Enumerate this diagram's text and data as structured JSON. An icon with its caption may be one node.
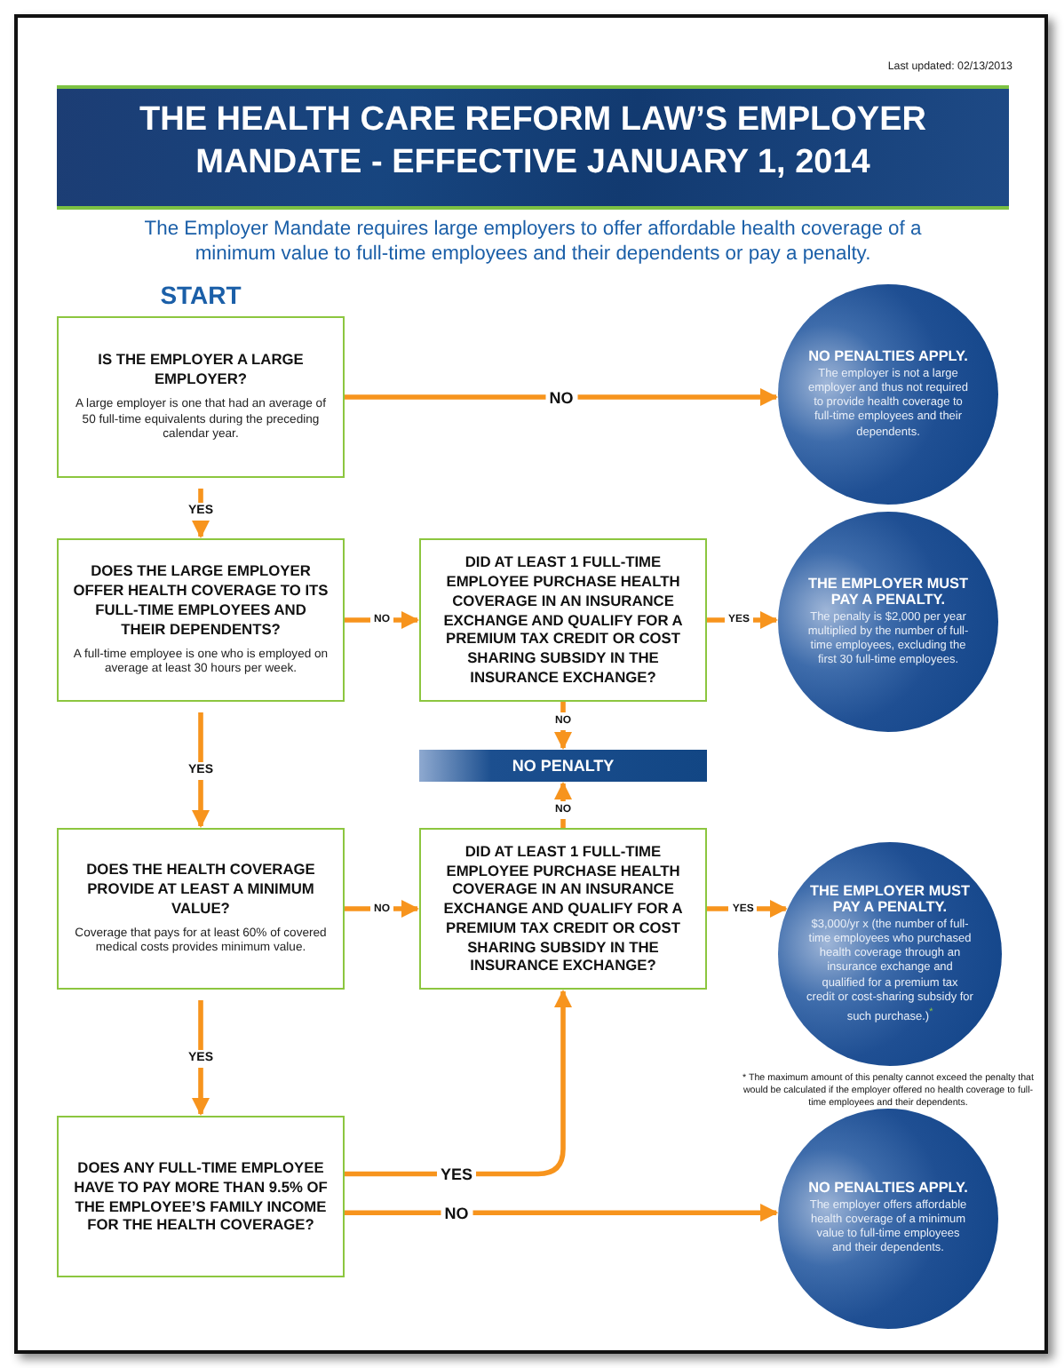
{
  "diagram": {
    "title": "THE HEALTH CARE REFORM LAW’S EMPLOYER MANDATE - EFFECTIVE JANUARY 1, 2014",
    "nodes": [
      {
        "text": [
          "IS THE EMPLOYER A LARGE EMPLOYER?",
          "A large employer is one that had an average of 50 full-time equivalents during the preceding calendar year."
        ],
        "beside": [
          "START"
        ]
      },
      {
        "text": [
          "NO PENALTIES APPLY.",
          "The employer is not a large employer and thus not required to provide health coverage to full-time employees and their dependents."
        ]
      },
      {
        "text": [
          "DOES THE LARGE EMPLOYER OFFER HEALTH COVERAGE TO ITS FULL-TIME EMPLOYEES AND THEIR DEPENDENTS?",
          "A full-time employee is one who is employed on average at least 30 hours per week."
        ]
      },
      {
        "text": [
          "DID AT LEAST 1 FULL-TIME EMPLOYEE PURCHASE HEALTH COVERAGE IN AN INSURANCE EXCHANGE AND QUALIFY FOR A PREMIUM TAX CREDIT OR COST SHARING SUBSIDY IN THE INSURANCE EXCHANGE?"
        ]
      },
      {
        "text": [
          "THE EMPLOYER MUST PAY A PENALTY.",
          "The penalty is $2,000 per year multiplied by the number of full-time employees, excluding the first 30 full-time employees."
        ]
      },
      {
        "text": [
          "NO PENALTY"
        ]
      },
      {
        "text": [
          "DOES THE HEALTH COVERAGE PROVIDE AT LEAST A MINIMUM VALUE?",
          "Coverage that pays for at least 60% of covered medical costs provides minimum value."
        ]
      },
      {
        "text": [
          "DID AT LEAST 1 FULL-TIME EMPLOYEE PURCHASE HEALTH COVERAGE IN AN INSURANCE EXCHANGE AND QUALIFY FOR A PREMIUM TAX CREDIT OR COST SHARING SUBSIDY IN THE INSURANCE EXCHANGE?"
        ]
      },
      {
        "text": [
          "THE EMPLOYER MUST PAY A PENALTY.",
          "$3,000/yr x (the number of full-time employees who purchased health coverage through an insurance exchange and qualified for a premium tax credit or cost-sharing subsidy for such purchase.)$^{*}$"
        ]
      },
      {
        "text": [
          "DOES ANY FULL-TIME EMPLOYEE HAVE TO PAY MORE THAN 9.5% OF THE EMPLOYEE’S FAMILY INCOME FOR THE HEALTH COVERAGE?"
        ]
      },
      {
        "text": [
          "NO PENALTIES APPLY.",
          "The employer offers affordable health coverage of a minimum value to full-time employees and their dependents."
        ]
      }
    ],
    "edges": [
      {
        "from": 0,
        "to": 1,
        "arrow": "to",
        "label": "NO"
      },
      {
        "from": 0,
        "to": 2,
        "arrow": "to",
        "label": "YES"
      },
      {
        "from": 2,
        "to": 3,
        "arrow": "to",
        "label": "NO"
      },
      {
        "from": 3,
        "to": 4,
        "arrow": "to",
        "label": "YES"
      },
      {
        "from": 3,
        "to": 5,
        "arrow": "to",
        "label": "NO"
      },
      {
        "from": 7,
        "to": 5,
        "arrow": "to",
        "label": "NO"
      },
      {
        "from": 2,
        "to": 6,
        "arrow": "to",
        "label": "YES"
      },
      {
        "from": 6,
        "to": 7,
        "arrow": "to",
        "label": "NO"
      },
      {
        "from": 7,
        "to": 8,
        "arrow": "to",
        "label": "YES"
      },
      {
        "from": 6,
        "to": 9,
        "arrow": "to",
        "label": "YES"
      },
      {
        "from": 9,
        "to": 7,
        "arrow": "to",
        "label": "YES"
      },
      {
        "from": 9,
        "to": 10,
        "arrow": "to",
        "label": "NO"
      }
    ],
    "labels": [
      "Last updated: 02/13/2013",
      "The Employer Mandate requires large employers to offer affordable health coverage of a minimum value to full-time employees and their dependents or pay a penalty.",
      "* The maximum amount of this penalty cannot exceed the penalty that would be calculated if the employer offered no health coverage to full-time employees and their dependents."
    ]
  }
}
